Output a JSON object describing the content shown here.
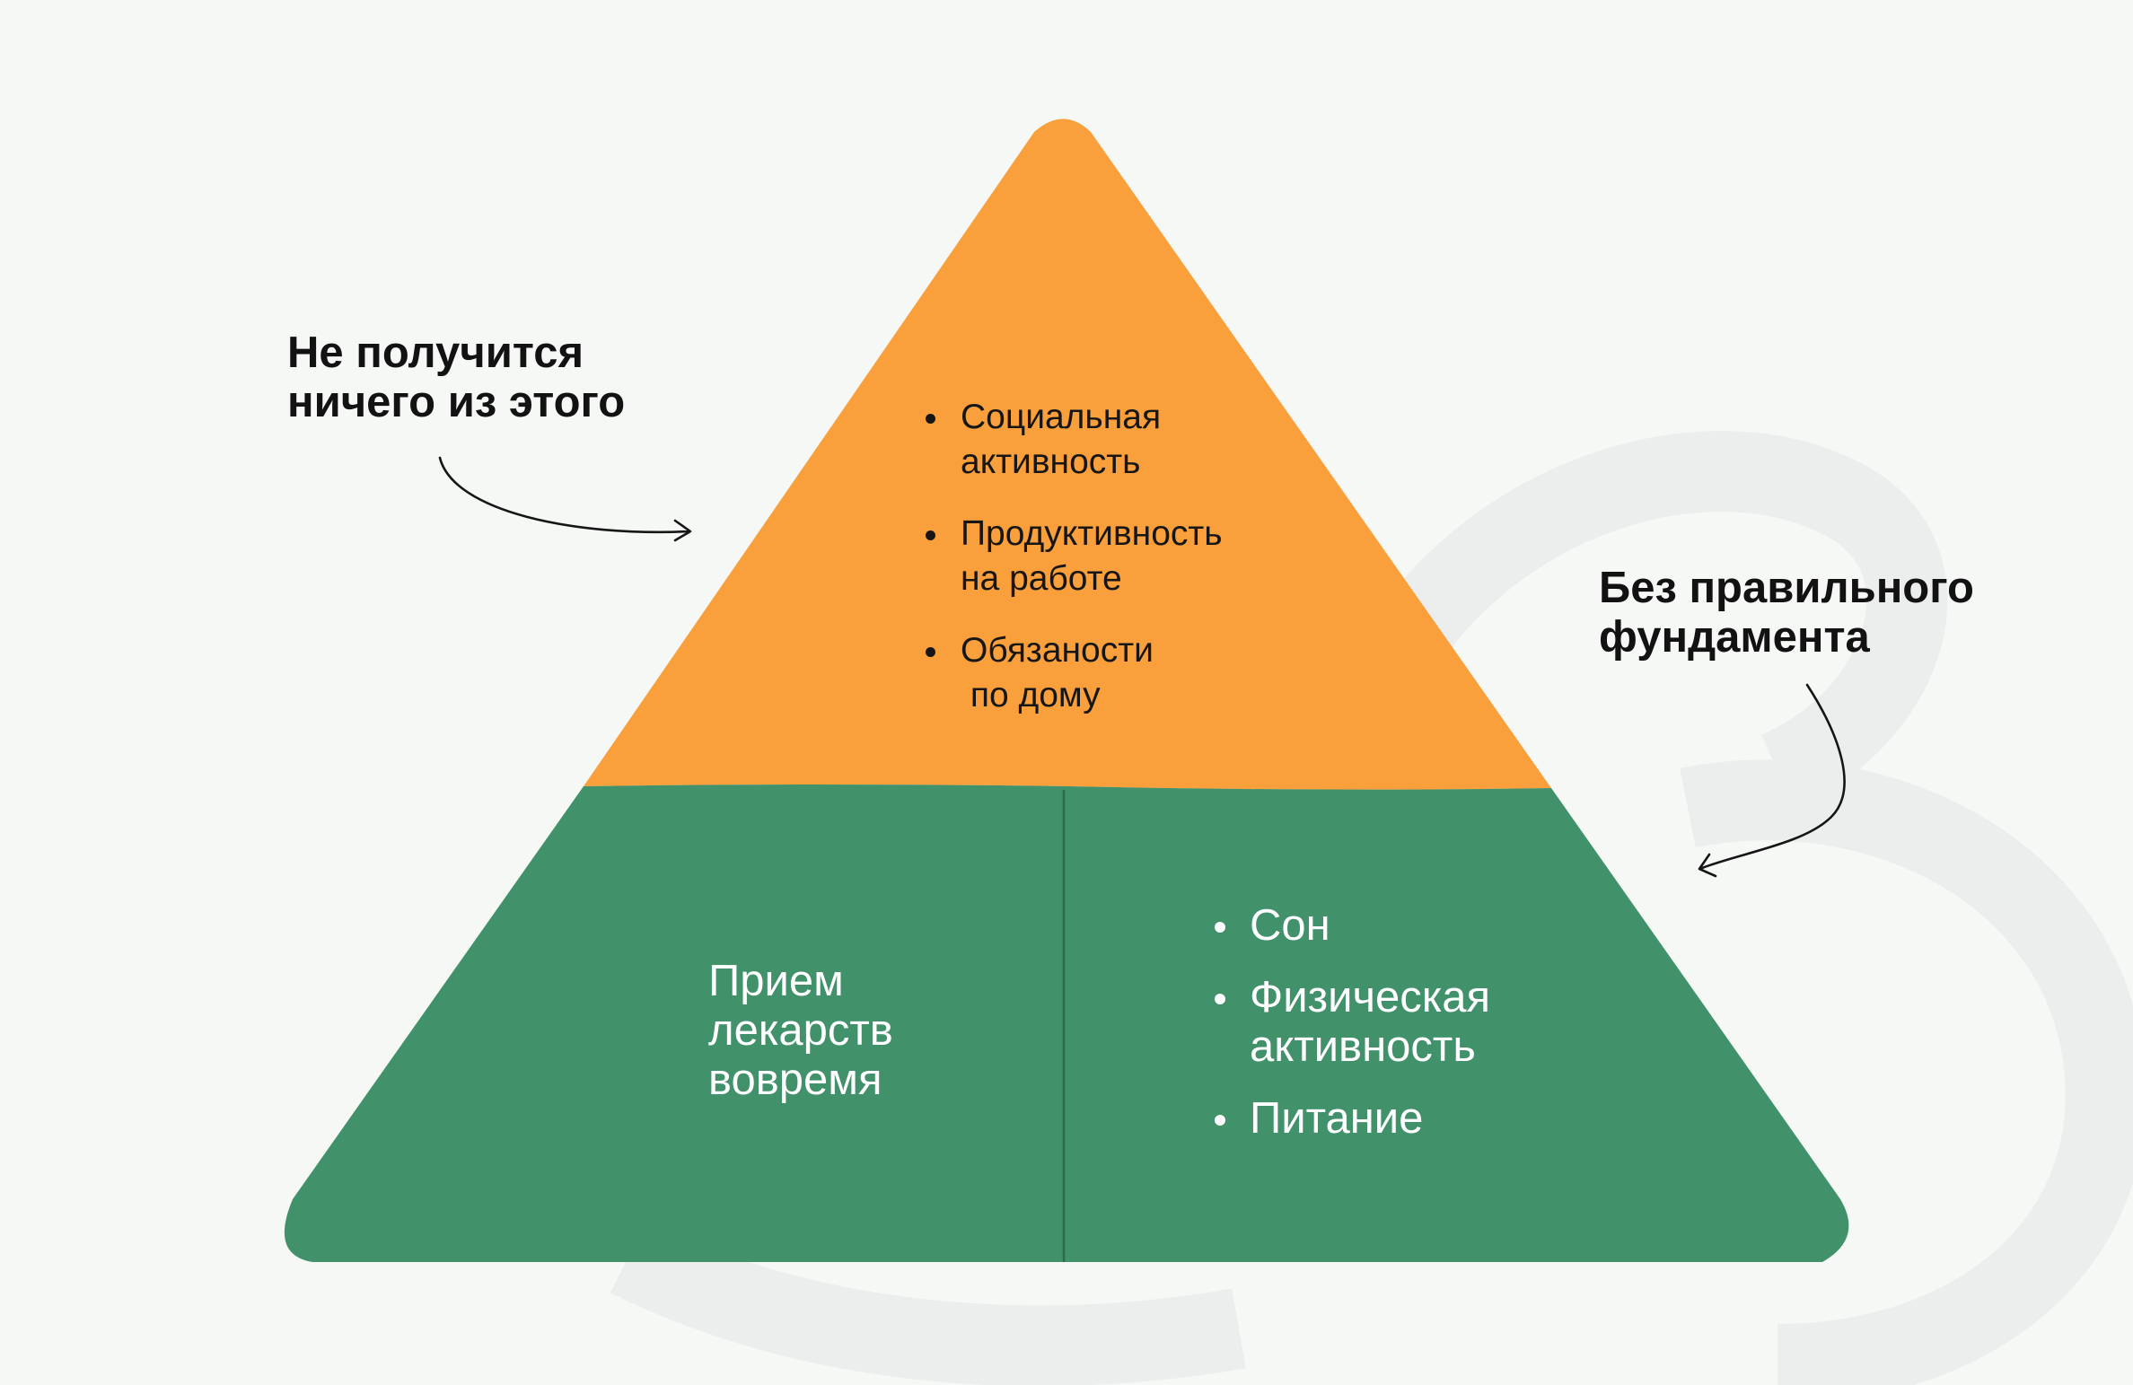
{
  "colors": {
    "background": "#f6f8f6",
    "top_tier": "#f99f3c",
    "base_tier": "#41916b",
    "divider": "#2e6b4c",
    "text_dark": "#121212",
    "text_light": "#ffffff"
  },
  "annotations": {
    "left": {
      "lines": [
        "Не получится",
        "ничего из этого"
      ]
    },
    "right": {
      "lines": [
        "Без правильного",
        "фундамента"
      ]
    }
  },
  "pyramid": {
    "top": {
      "items": [
        {
          "lines": [
            "Социальная",
            "активность"
          ]
        },
        {
          "lines": [
            "Продуктивность",
            "на работе"
          ]
        },
        {
          "lines": [
            "Обязаности",
            " по дому"
          ]
        }
      ]
    },
    "base_left": {
      "lines": [
        "Прием",
        "лекарств",
        "вовремя"
      ]
    },
    "base_right": {
      "items": [
        {
          "lines": [
            "Сон"
          ]
        },
        {
          "lines": [
            "Физическая",
            "активность"
          ]
        },
        {
          "lines": [
            "Питание"
          ]
        }
      ]
    }
  },
  "icons": {
    "left_arrow": "curved-arrow-right-icon",
    "right_arrow": "curved-arrow-down-left-icon"
  }
}
